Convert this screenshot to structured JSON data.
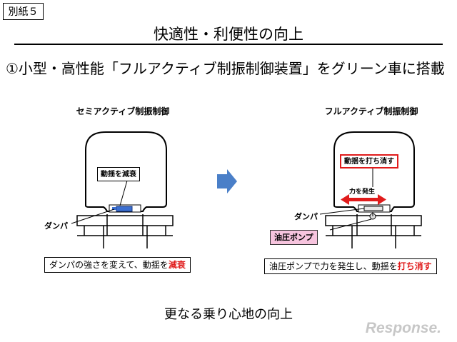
{
  "tag": "別紙５",
  "title": "快適性・利便性の向上",
  "subtitle": "①小型・高性能「フルアクティブ制振制御装置」をグリーン車に搭載",
  "left": {
    "heading": "セミアクティブ制振制御",
    "callout": "動揺を減衰",
    "damper_label": "ダンパ",
    "note_prefix": "ダンパの強さを変えて、動揺を",
    "note_highlight": "減衰"
  },
  "right": {
    "heading": "フルアクティブ制振制御",
    "callout": "動揺を打ち消す",
    "force_label": "力を発生",
    "damper_label": "ダンパ",
    "pump_label": "油圧ポンプ",
    "note_prefix": "油圧ポンプで力を発生し、動揺を",
    "note_highlight": "打ち消す"
  },
  "footer": "更なる乗り心地の向上",
  "watermark": "Response.",
  "colors": {
    "highlight_red": "#e01b1b",
    "arrow_blue": "#4a7fc8",
    "pump_pink": "#f7c4de",
    "damper_blue": "#3b6fd1"
  }
}
